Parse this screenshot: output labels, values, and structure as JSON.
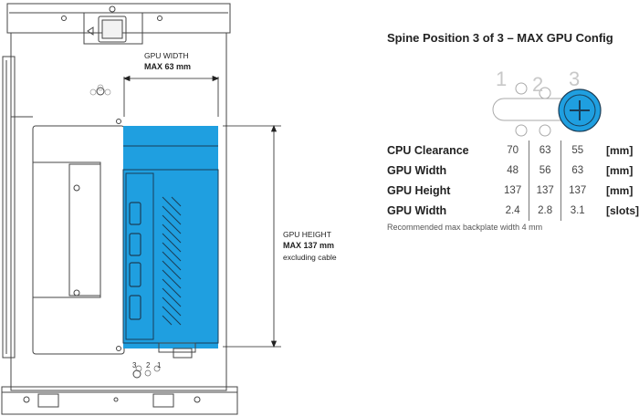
{
  "title": "Spine Position 3 of 3 – MAX GPU Config",
  "gpu_width_dim": {
    "label": "GPU WIDTH",
    "value": "MAX 63 mm"
  },
  "gpu_height_dim": {
    "label": "GPU HEIGHT",
    "value": "MAX 137 mm",
    "note": "excluding cable"
  },
  "spine_positions": [
    "1",
    "2",
    "3"
  ],
  "spine_selected": 3,
  "spine_mini_labels": [
    "3",
    "2",
    "1"
  ],
  "table": {
    "rows": [
      {
        "label": "CPU Clearance",
        "values": [
          "70",
          "63",
          "55"
        ],
        "unit": "[mm]"
      },
      {
        "label": "GPU Width",
        "values": [
          "48",
          "56",
          "63"
        ],
        "unit": "[mm]"
      },
      {
        "label": "GPU Height",
        "values": [
          "137",
          "137",
          "137"
        ],
        "unit": "[mm]"
      },
      {
        "label": "GPU Width",
        "values": [
          "2.4",
          "2.8",
          "3.1"
        ],
        "unit": "[slots]"
      }
    ]
  },
  "note": "Recommended max backplate width 4 mm",
  "colors": {
    "gpu_highlight": "#1f9fe0",
    "outline": "#444444",
    "selected_knob": "#1f9fe0"
  }
}
